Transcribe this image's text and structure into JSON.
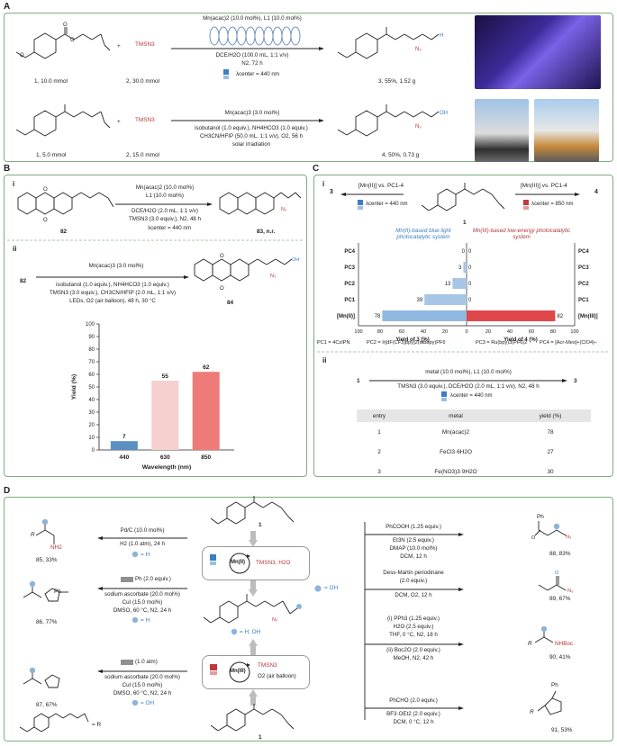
{
  "panels": {
    "a": "A",
    "b": "B",
    "c": "C",
    "d": "D"
  },
  "sub": {
    "bi": "i",
    "bii": "ii",
    "ci": "i",
    "cii": "ii"
  },
  "A": {
    "r1_left": "1, 10.0 mmol",
    "r1_plus": "+",
    "r1_reagent": "TMSN3",
    "r1_right": "2, 30.0 mmol",
    "r1_cat": "Mn(acac)2 (10.0 mol%), L1 (10.0 mol%)",
    "r1_solv": "DCE/H2O (100.0 mL, 1:1 v/v)",
    "r1_time": "N2, 72 h",
    "r1_light": "λcenter = 440 nm",
    "r1_prod": "3, 55%, 1.52 g",
    "r2_left": "1, 5.0 mmol",
    "r2_plus": "+",
    "r2_reagent": "TMSN3",
    "r2_right": "2, 15.0 mmol",
    "r2_cat": "Mn(acac)3 (3.0 mol%)",
    "r2_c1": "isobutanol (1.0 equiv.), NH4HCO3 (1.0 equiv.)",
    "r2_c2": "CH3CN/HFIP (50.0 mL, 1:1 v/v), O2, 56 h",
    "r2_c3": "solar irradiation",
    "r2_prod": "4, 50%, 0.73 g"
  },
  "B": {
    "i_sm": "82",
    "i_cat": "Mn(acac)2 (10.0 mol%)",
    "i_l1": "L1 (10.0 mol%)",
    "i_s1": "DCE/H2O (2.0 mL, 1:1 v/v)",
    "i_s2": "TMSN3 (3.0 equiv.), N2, 48 h",
    "i_light": "λcenter = 440 nm",
    "i_prod": "83, n.r.",
    "ii_sm": "82",
    "ii_cat": "Mn(acac)3 (3.0 mol%)",
    "ii_c1": "isobutanol (1.0 equiv.), NH4HCO3 (1.0 equiv.)",
    "ii_c2": "TMSN3 (3.0 equiv.), CH3CN/HFIP (2.0 mL, 1:1 v/v)",
    "ii_c3": "LEDs, O2 (air balloon), 48 h, 30 °C",
    "ii_prod": "84"
  },
  "chart_data": {
    "type": "bar",
    "title": "",
    "xlabel": "Wavelength (nm)",
    "ylabel": "Yield (%)",
    "categories": [
      "440",
      "630",
      "850"
    ],
    "values": [
      7,
      55,
      62
    ],
    "ylim": [
      0,
      100
    ],
    "yticks": [
      "0",
      "10",
      "20",
      "30",
      "40",
      "50",
      "60",
      "70",
      "80",
      "90",
      "100"
    ],
    "colors": [
      "#5b8fc4",
      "#f6cfcf",
      "#ee7b77"
    ]
  },
  "C": {
    "i_left_title": "[Mn(II)] vs. PC1-4",
    "i_left_light": "λcenter = 440 nm",
    "i_left_num": "3",
    "i_right_title": "[Mn(III)] vs. PC1-4",
    "i_right_light": "λcenter = 850 nm",
    "i_right_num": "4",
    "i_sm": "1",
    "blue_title": "Mn(II)-based blue light photocatalytic system",
    "red_title": "Mn(III)-based low-energy photocatalytic system",
    "rows": [
      "PC4",
      "PC3",
      "PC2",
      "PC1",
      "[Mn(II)]"
    ],
    "rows_right": [
      "PC4",
      "PC3",
      "PC2",
      "PC1",
      "[Mn(III)]"
    ],
    "left_vals": [
      0,
      3,
      13,
      39,
      78
    ],
    "right_vals": [
      0,
      0,
      0,
      0,
      82
    ],
    "left_labels": [
      "0",
      "3",
      "13",
      "39",
      "78"
    ],
    "right_labels": [
      "0",
      "0",
      "0",
      "0",
      "82"
    ],
    "x_ticks_left": [
      "100",
      "80",
      "60",
      "40",
      "20",
      "0"
    ],
    "x_ticks_right": [
      "20",
      "40",
      "60",
      "80",
      "100"
    ],
    "x_left_label": "Yield of 3 (%)",
    "x_right_label": "Yield of 4 (%)",
    "legend": [
      "PC1 = 4CzIPN",
      "PC2 = Ir[dF(CF3)ppy]2(dtbbpy)PF6",
      "PC3 = Ru(bpy)3(PF6)2",
      "PC4 = [Acr-Mes]+(ClO4)−"
    ],
    "ii_sm": "1",
    "ii_prod": "3",
    "ii_c0": "metal (10.0 mol%), L1 (10.0 mol%)",
    "ii_c1": "TMSN3 (3.0 equiv.), DCE/H2O (2.0 mL, 1:1 v/v), N2, 48 h",
    "ii_light": "λcenter = 440 nm",
    "table_head": [
      "entry",
      "metal",
      "yield (%)"
    ],
    "table_rows": [
      [
        "1",
        "Mn(acac)2",
        "78"
      ],
      [
        "2",
        "FeCl3·6H2O",
        "27"
      ],
      [
        "3",
        "Fe(NO3)3·9H2O",
        "30"
      ]
    ]
  },
  "D": {
    "top_sm": "1",
    "bottom_sm": "1",
    "mn2_label": "Mn(II)",
    "mn2_reagents": "TMSN3, H2O",
    "mn3_label": "Mn(III)",
    "mn3_r1": "TMSN3",
    "mn3_r2": "O2 (air balloon)",
    "center_leg": "= H, OH",
    "right_leg": "= OH",
    "r85_c1": "Pd/C (10.0 mol%)",
    "r85_c2": "H2 (1.0 atm), 24 h",
    "r85_c3": "= H",
    "r85_label": "85, 33%",
    "r85_nh2": "NH2",
    "r86_c0": "Ph (2.0 equiv.)",
    "r86_c1": "sodium ascorbate (20.0 mol%)",
    "r86_c2": "CuI (15.0 mol%)",
    "r86_c3": "DMSO, 60 °C, N2, 24 h",
    "r86_c4": "= H",
    "r86_label": "86, 77%",
    "r86_ph": "Ph",
    "r87_c0": "(1.0 atm)",
    "r87_c1": "sodium ascorbate (20.0 mol%)",
    "r87_c2": "CuI (15.0 mol%)",
    "r87_c3": "DMSO, 60 °C, N2, 24 h",
    "r87_c4": "= OH",
    "r87_label": "87, 67%",
    "r_def": "= R",
    "R": "R",
    "r88_c1": "PhCOOH (1.25 equiv.)",
    "r88_c2": "Et3N (2.5 equiv.)",
    "r88_c3": "DMAP (10.0 mol%)",
    "r88_c4": "DCM, 12 h",
    "r88_label": "88, 83%",
    "r88_ph": "Ph",
    "r89_c1": "Dess-Martin periodinane",
    "r89_c2": "(2.0 equiv.)",
    "r89_c3": "DCM, O2, 12 h",
    "r89_label": "89, 67%",
    "r90_c1": "(i)  PPh3 (1.25 equiv.)",
    "r90_c2": "H2O (2.5 equiv.)",
    "r90_c3": "THF, 0 °C, N2, 18 h",
    "r90_c4": "(ii)  Boc2O (2.0 equiv.)",
    "r90_c5": "MeOH, N2, 42 h",
    "r90_label": "90, 41%",
    "r90_nh": "NHBoc",
    "r91_c1": "PhCHO (2.0 equiv.)",
    "r91_c2": "BF3·OEt2 (2.0 equiv.)",
    "r91_c3": "DCM, 0 °C, 12 h",
    "r91_label": "91, 53%",
    "r91_ph": "Ph"
  }
}
